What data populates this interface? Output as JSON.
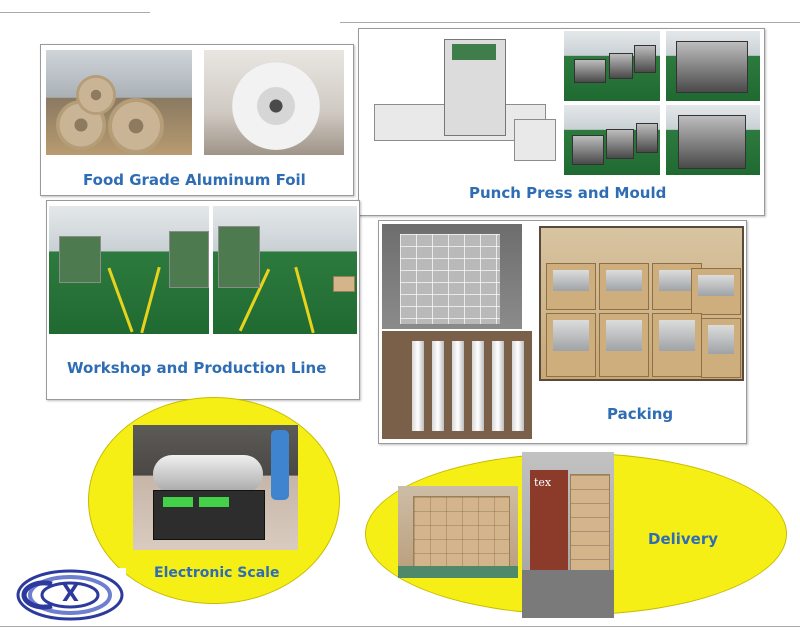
{
  "sections": {
    "foil": {
      "caption": "Food Grade Aluminum Foil"
    },
    "press": {
      "caption": "Punch Press and Mould"
    },
    "workshop": {
      "caption": "Workshop and Production Line"
    },
    "packing": {
      "caption": "Packing"
    },
    "scale": {
      "caption": "Electronic Scale"
    },
    "delivery": {
      "caption": "Delivery"
    }
  },
  "truck_text": "tex",
  "logo": {
    "letters": "X"
  },
  "colors": {
    "caption_blue": "#2e6db4",
    "highlight_yellow": "#f6ef16",
    "logo_blue": "#2b3a9c"
  }
}
